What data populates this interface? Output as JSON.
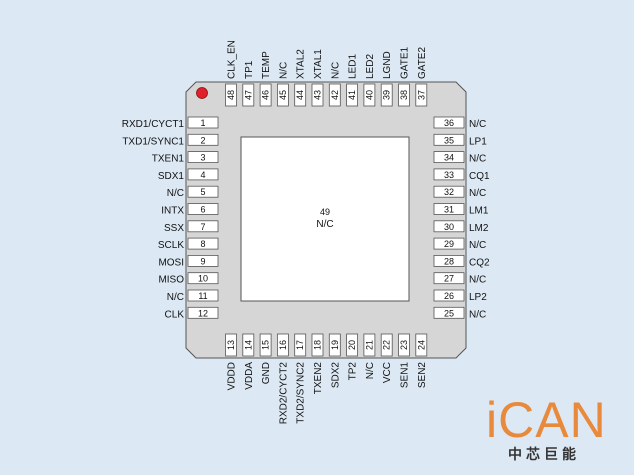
{
  "chip": {
    "body_color": "#d6d6d6",
    "die_color": "#ffffff",
    "pin1_dot_color": "#e0202a",
    "center_pad": {
      "number": "49",
      "label": "N/C"
    }
  },
  "pins": {
    "left": [
      {
        "n": "1",
        "label": "RXD1/CYCT1"
      },
      {
        "n": "2",
        "label": "TXD1/SYNC1"
      },
      {
        "n": "3",
        "label": "TXEN1"
      },
      {
        "n": "4",
        "label": "SDX1"
      },
      {
        "n": "5",
        "label": "N/C"
      },
      {
        "n": "6",
        "label": "INTX"
      },
      {
        "n": "7",
        "label": "SSX"
      },
      {
        "n": "8",
        "label": "SCLK"
      },
      {
        "n": "9",
        "label": "MOSI"
      },
      {
        "n": "10",
        "label": "MISO"
      },
      {
        "n": "11",
        "label": "N/C"
      },
      {
        "n": "12",
        "label": "CLK"
      }
    ],
    "bottom": [
      {
        "n": "13",
        "label": "VDDD"
      },
      {
        "n": "14",
        "label": "VDDA"
      },
      {
        "n": "15",
        "label": "GND"
      },
      {
        "n": "16",
        "label": "RXD2/CYCT2"
      },
      {
        "n": "17",
        "label": "TXD2/SYNC2"
      },
      {
        "n": "18",
        "label": "TXEN2"
      },
      {
        "n": "19",
        "label": "SDX2"
      },
      {
        "n": "20",
        "label": "TP2"
      },
      {
        "n": "21",
        "label": "N/C"
      },
      {
        "n": "22",
        "label": "VCC"
      },
      {
        "n": "23",
        "label": "SEN1"
      },
      {
        "n": "24",
        "label": "SEN2"
      }
    ],
    "right": [
      {
        "n": "36",
        "label": "N/C"
      },
      {
        "n": "35",
        "label": "LP1"
      },
      {
        "n": "34",
        "label": "N/C"
      },
      {
        "n": "33",
        "label": "CQ1"
      },
      {
        "n": "32",
        "label": "N/C"
      },
      {
        "n": "31",
        "label": "LM1"
      },
      {
        "n": "30",
        "label": "LM2"
      },
      {
        "n": "29",
        "label": "N/C"
      },
      {
        "n": "28",
        "label": "CQ2"
      },
      {
        "n": "27",
        "label": "N/C"
      },
      {
        "n": "26",
        "label": "LP2"
      },
      {
        "n": "25",
        "label": "N/C"
      }
    ],
    "top": [
      {
        "n": "48",
        "label": "CLK_EN"
      },
      {
        "n": "47",
        "label": "TP1"
      },
      {
        "n": "46",
        "label": "TEMP"
      },
      {
        "n": "45",
        "label": "N/C"
      },
      {
        "n": "44",
        "label": "XTAL2"
      },
      {
        "n": "43",
        "label": "XTAL1"
      },
      {
        "n": "42",
        "label": "N/C"
      },
      {
        "n": "41",
        "label": "LED1"
      },
      {
        "n": "40",
        "label": "LED2"
      },
      {
        "n": "39",
        "label": "LGND"
      },
      {
        "n": "38",
        "label": "GATE1"
      },
      {
        "n": "37",
        "label": "GATE2"
      }
    ]
  },
  "logo": {
    "main": "iCAN",
    "sub": "中芯巨能",
    "color": "#e8893b"
  }
}
